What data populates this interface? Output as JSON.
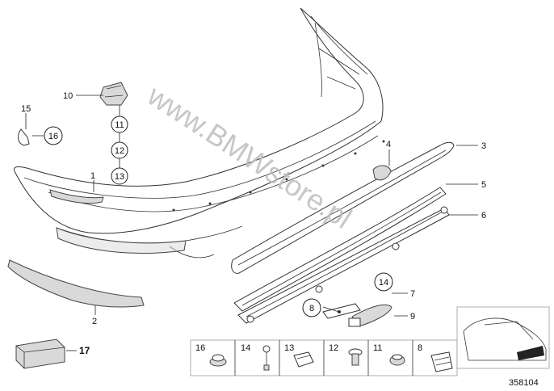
{
  "watermark": "www.BMWstore.pl",
  "diagram_id": "358104",
  "callouts": {
    "c1": "1",
    "c2": "2",
    "c3": "3",
    "c4": "4",
    "c5": "5",
    "c6": "6",
    "c7": "7",
    "c8": "8",
    "c9": "9",
    "c10": "10",
    "c11": "11",
    "c12": "12",
    "c13": "13",
    "c14": "14",
    "c15": "15",
    "c16": "16",
    "c17": "17"
  },
  "strip_labels": [
    "16",
    "14",
    "13",
    "12",
    "11",
    "8"
  ]
}
